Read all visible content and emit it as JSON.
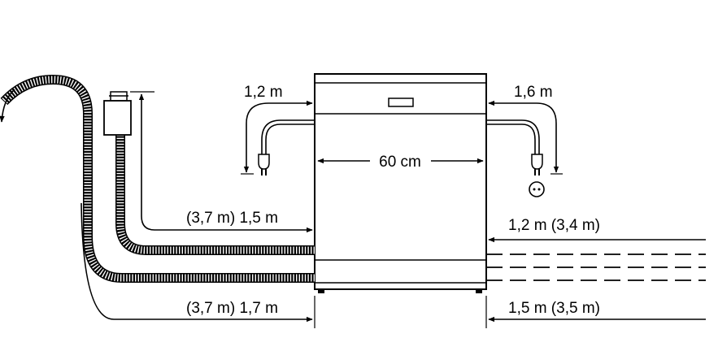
{
  "labels": {
    "cord_left": "1,2 m",
    "cord_right": "1,6 m",
    "width": "60 cm",
    "drain_upper": "(3,7 m) 1,5 m",
    "drain_lower": "(3,7 m) 1,7 m",
    "inlet_upper": "1,2 m (3,4 m)",
    "inlet_lower": "1,5 m (3,5 m)"
  },
  "icons": [
    "dishwasher-body-icon",
    "drain-hose-icon",
    "siphon-icon",
    "plug-icon",
    "socket-icon",
    "water-inlet-hose-icon"
  ],
  "colors": {
    "ink": "#000000",
    "background": "#ffffff"
  }
}
